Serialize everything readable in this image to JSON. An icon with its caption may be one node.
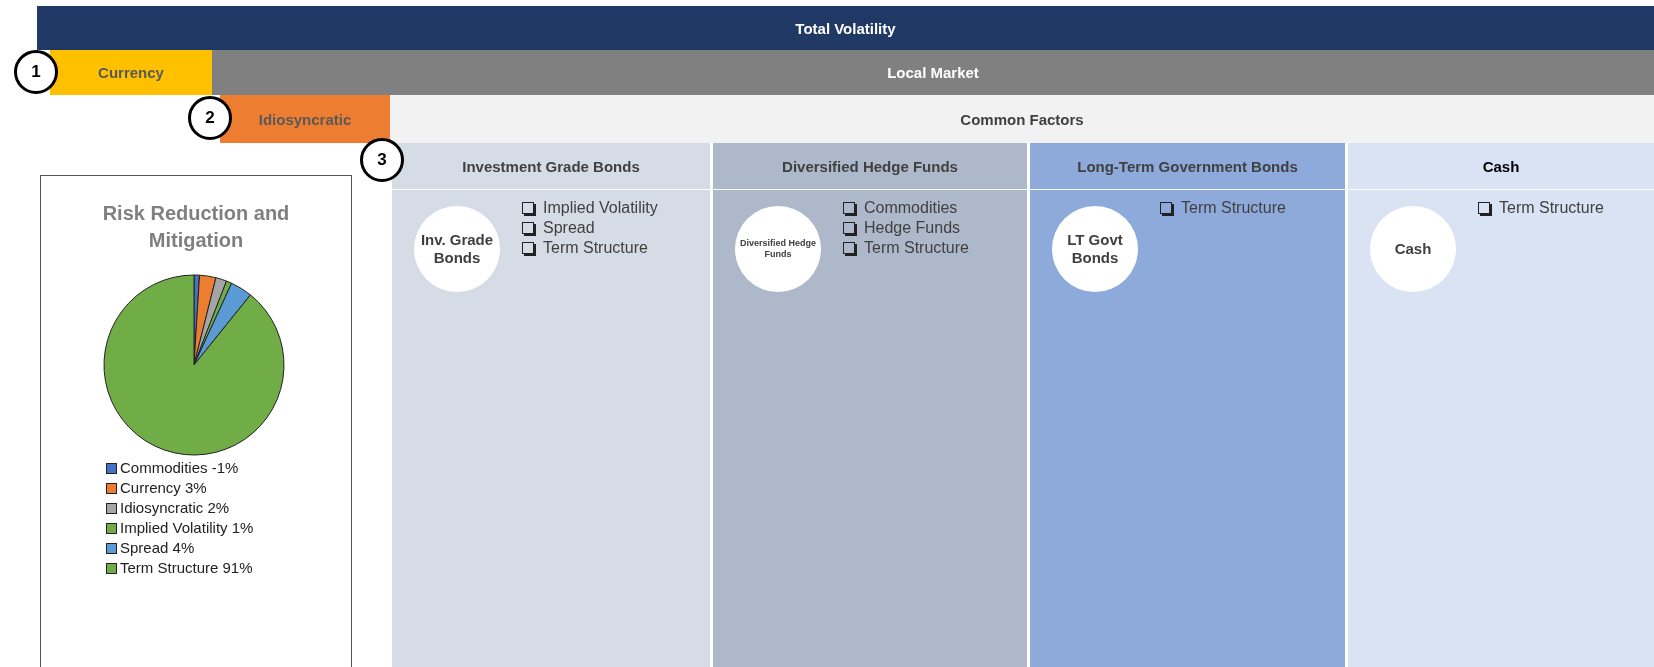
{
  "diagram": {
    "nodes": [
      {
        "text": [
          "Total Volatility"
        ]
      },
      {
        "text": [
          "1"
        ]
      },
      {
        "text": [
          "Currency"
        ]
      },
      {
        "text": [
          "Local Market"
        ]
      },
      {
        "text": [
          "2"
        ]
      },
      {
        "text": [
          "Idiosyncratic"
        ]
      },
      {
        "text": [
          "Common Factors"
        ]
      },
      {
        "text": [
          "3"
        ]
      },
      {
        "text": [
          "Investment Grade Bonds"
        ]
      },
      {
        "text": [
          "Diversified Hedge Funds"
        ]
      },
      {
        "text": [
          "Long-Term Government Bonds"
        ]
      },
      {
        "text": [
          "Cash"
        ]
      },
      {
        "text": [
          "Implied Volatility",
          "Spread",
          "Term Structure"
        ]
      },
      {
        "text": [
          "Inv. Grade Bonds"
        ],
        "in": 12
      },
      {
        "text": [
          "Commodities",
          "Hedge Funds",
          "Term Structure"
        ]
      },
      {
        "text": [
          "Diversified Hedge Funds"
        ],
        "in": 14
      },
      {
        "text": [
          "Term Structure"
        ]
      },
      {
        "text": [
          "LT Govt Bonds"
        ],
        "in": 16
      },
      {
        "text": [
          "Term Structure"
        ]
      },
      {
        "text": [
          "Cash"
        ],
        "in": 18
      }
    ],
    "legend": [
      {
        "text": "Commodities -1%",
        "color": "#4472c4"
      },
      {
        "text": "Currency 3%",
        "color": "#ed7d31"
      },
      {
        "text": "Idiosyncratic 2%",
        "color": "#a5a5a5"
      },
      {
        "text": "Implied Volatility 1%",
        "color": "#70ad47"
      },
      {
        "text": "Spread 4%",
        "color": "#5b9bd5"
      },
      {
        "text": "Term Structure 91%",
        "color": "#70ad47"
      }
    ],
    "labels": [
      "Risk Reduction and Mitigation"
    ]
  }
}
